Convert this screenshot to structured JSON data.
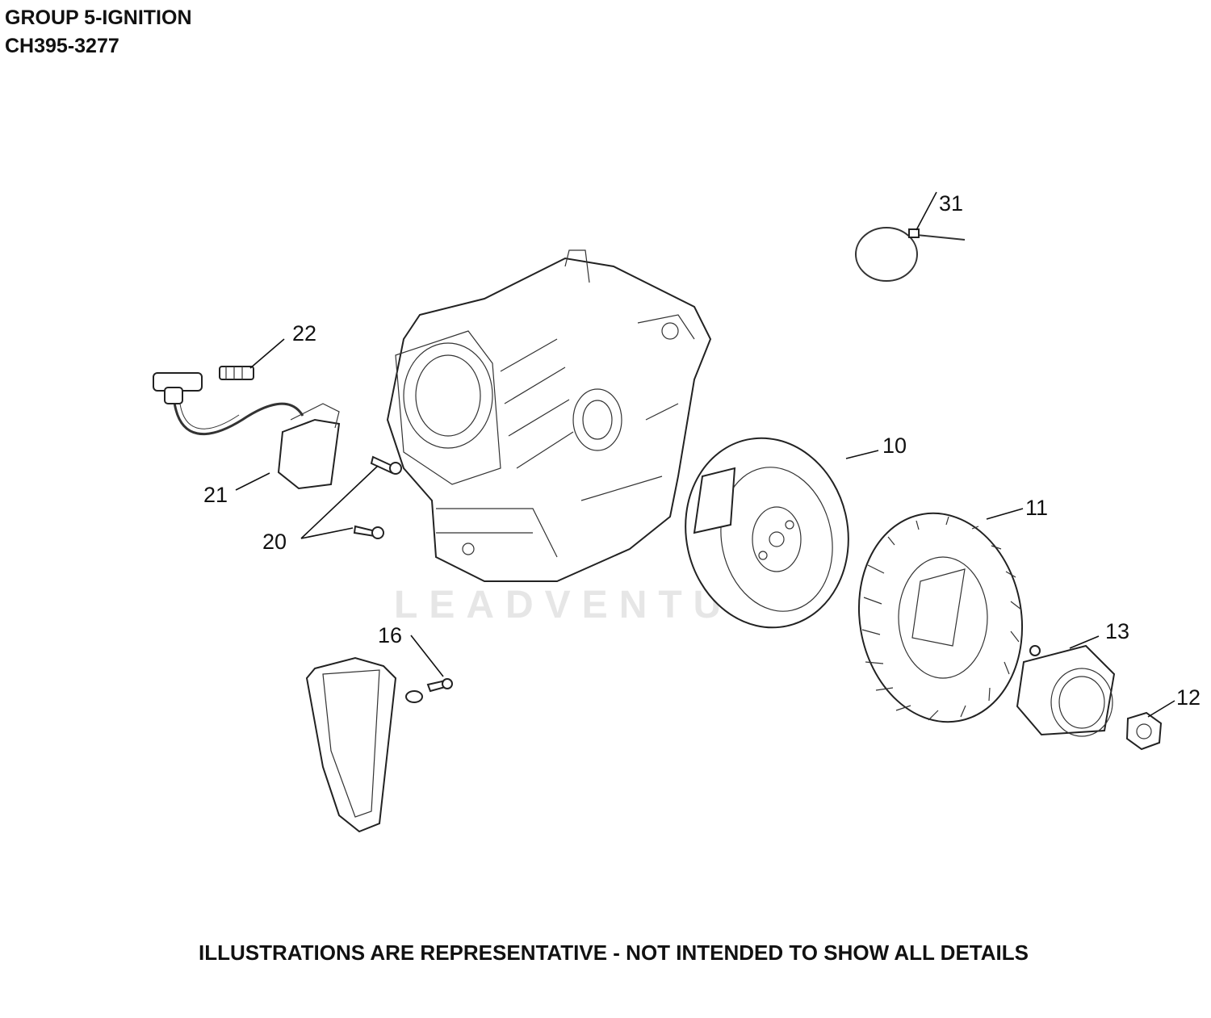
{
  "header": {
    "title": "GROUP 5-IGNITION",
    "subtitle": "CH395-3277"
  },
  "watermark": "LEADVENTURE",
  "footer": "ILLUSTRATIONS ARE REPRESENTATIVE - NOT INTENDED TO SHOW ALL DETAILS",
  "callouts": {
    "c31": "31",
    "c22": "22",
    "c21": "21",
    "c20": "20",
    "c10": "10",
    "c11": "11",
    "c13": "13",
    "c12": "12",
    "c16": "16"
  }
}
